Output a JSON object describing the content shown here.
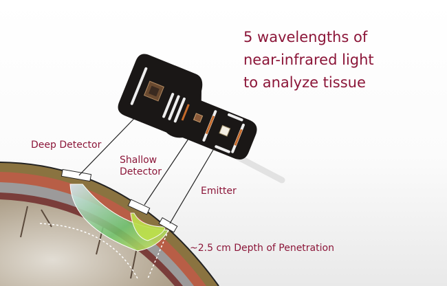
{
  "headline": {
    "lines": [
      "5 wavelengths of",
      "near-infrared light",
      "to analyze tissue"
    ]
  },
  "labels": {
    "deep_detector": "Deep Detector",
    "shallow_detector_line1": "Shallow",
    "shallow_detector_line2": "Detector",
    "emitter": "Emitter",
    "depth": "~2.5 cm Depth of Penetration"
  },
  "colors": {
    "text": "#8b1538",
    "device": "#1a1716",
    "skin": "#8a7340",
    "skull": "#b85e46",
    "brain": "#b9ad98"
  }
}
